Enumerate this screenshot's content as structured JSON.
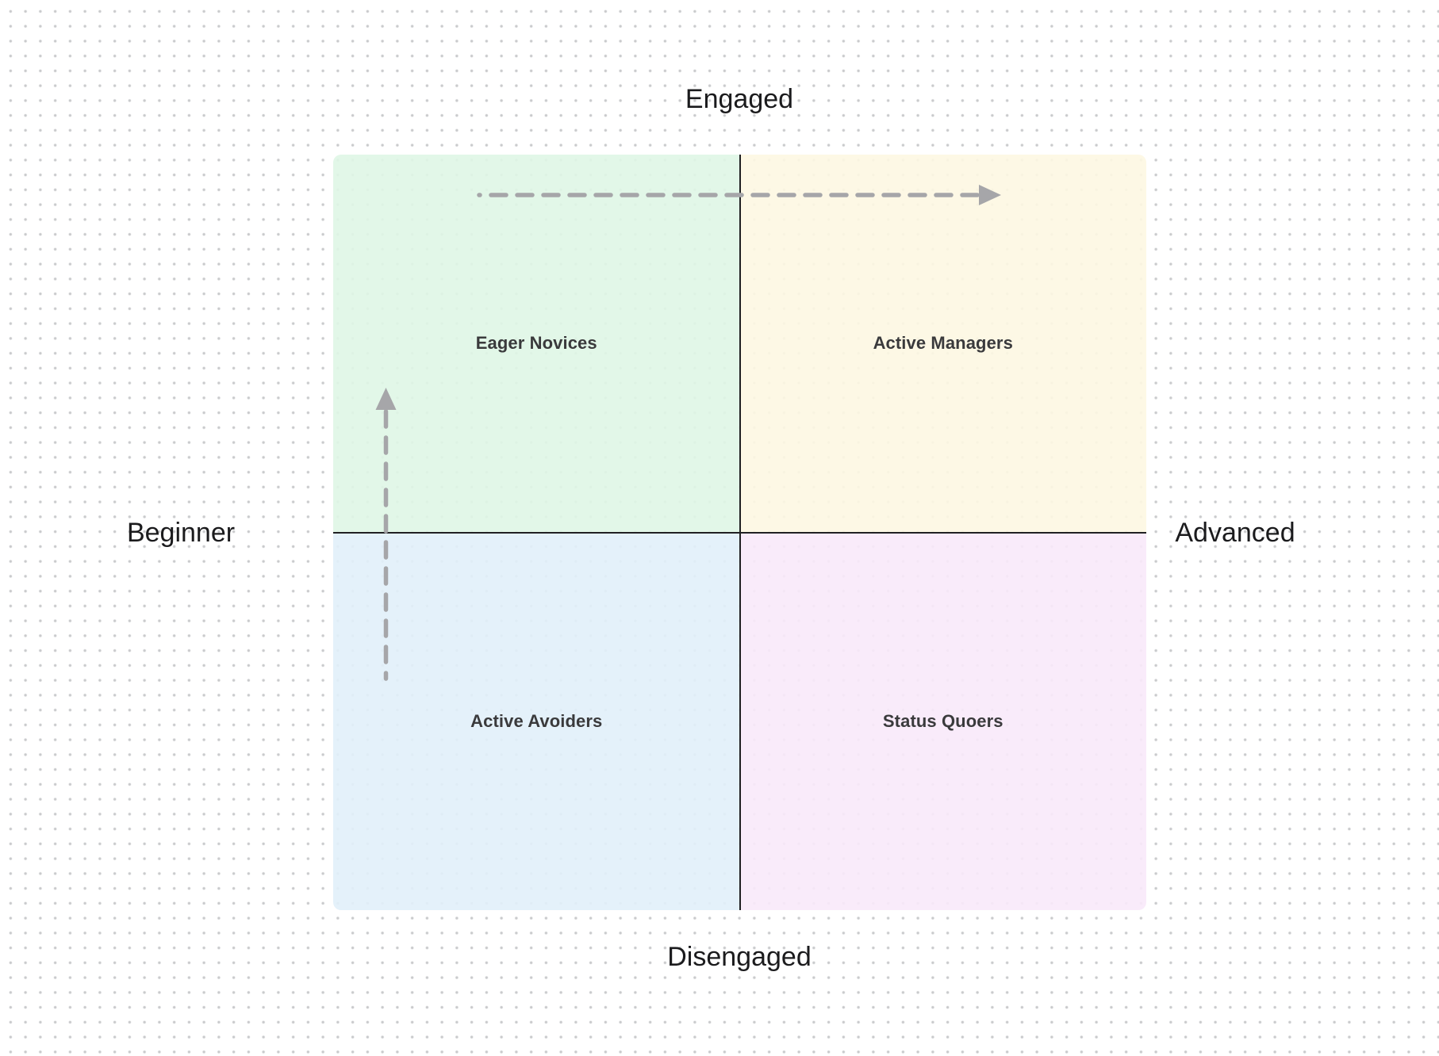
{
  "matrix": {
    "axes": {
      "top": "Engaged",
      "bottom": "Disengaged",
      "left": "Beginner",
      "right": "Advanced"
    },
    "quadrants": [
      {
        "position": "top-left",
        "label": "Eager Novices",
        "fill": "rgba(223, 246, 229, 0.9)"
      },
      {
        "position": "top-right",
        "label": "Active Managers",
        "fill": "rgba(253, 247, 226, 0.9)"
      },
      {
        "position": "bottom-left",
        "label": "Active Avoiders",
        "fill": "rgba(225, 239, 250, 0.9)"
      },
      {
        "position": "bottom-right",
        "label": "Status Quoers",
        "fill": "rgba(248, 233, 250, 0.9)"
      }
    ],
    "arrows": [
      {
        "id": "arrow-up",
        "direction": "up",
        "style": "dashed"
      },
      {
        "id": "arrow-right",
        "direction": "right",
        "style": "dashed"
      }
    ],
    "colors": {
      "axis_line": "#202022",
      "arrow": "#a6a6a9",
      "axis_label_text": "#1b1b1d",
      "quadrant_label_text": "#3a3a3c",
      "dot_grid": "#c9cacc",
      "background": "#ffffff"
    }
  }
}
